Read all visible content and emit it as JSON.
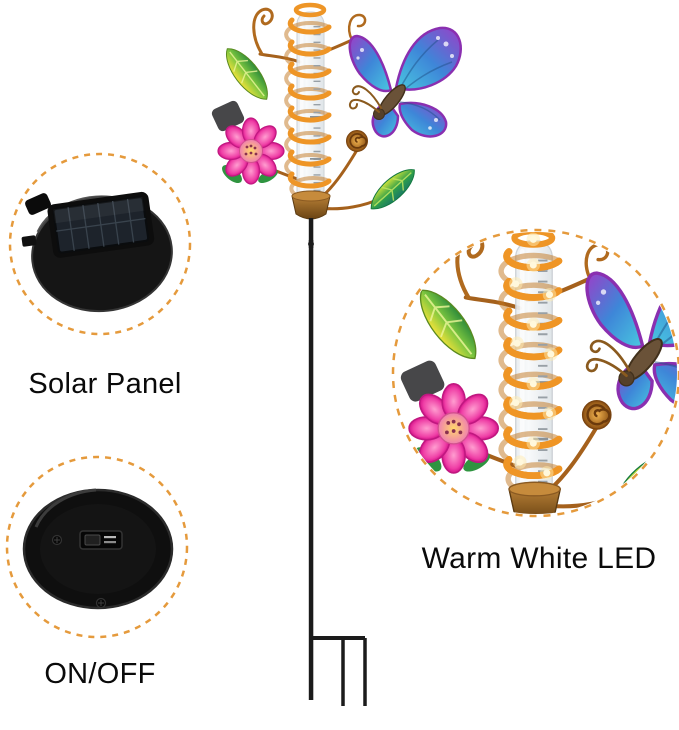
{
  "title": "Solar butterfly rain gauge stake - feature callout image",
  "colors": {
    "background": "#ffffff",
    "callout_ring": "#E59A3C",
    "label_text": "#0A0A0A",
    "spiral_copper": "#EE9526",
    "led_warm_white": "#FFF3C4",
    "butterfly_blue": "#3E86D8",
    "butterfly_purple": "#9A3FC8",
    "flower_pink": "#EF3FA6",
    "leaf_green": "#2E8B3A",
    "stake_black": "#1B1B1B"
  },
  "callouts": {
    "solar_panel": {
      "label": "Solar Panel"
    },
    "on_off": {
      "label": "ON/OFF"
    },
    "warm_white_led": {
      "label": "Warm White LED"
    }
  }
}
